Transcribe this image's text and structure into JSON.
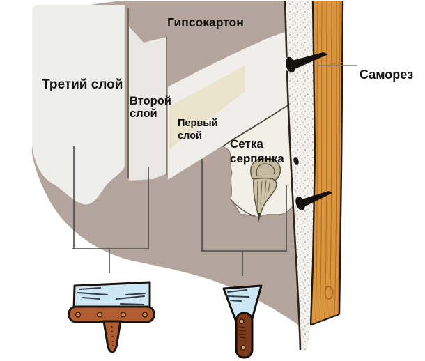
{
  "diagram": {
    "labels": {
      "drywall": "Гипсокартон",
      "third_layer": "Третий слой",
      "second_layer_1": "Второй",
      "second_layer_2": "слой",
      "first_layer_1": "Первый",
      "first_layer_2": "слой",
      "mesh_1": "Сетка",
      "mesh_2": "серпянка",
      "screw": "Саморез"
    },
    "colors": {
      "wall": "#b3a49c",
      "third_layer_patch": "#ededeb",
      "second_layer_patch": "#eae8e5",
      "first_layer_white": "#f0eeea",
      "first_layer_cream": "#e9e4cb",
      "mesh_patch": "#f2efe7",
      "mesh_tape": "#c3bb9f",
      "gypsum_core": "#f3f2ee",
      "wood_stud": "#d9953f",
      "wood_grain": "#b06f24",
      "blade_steel": "#cde6f3",
      "handle_wide": "#b05e31",
      "handle_small": "#7e3b1c",
      "screw_black": "#15120e",
      "callout_line": "#4a4a4a",
      "text": "#141210"
    }
  }
}
